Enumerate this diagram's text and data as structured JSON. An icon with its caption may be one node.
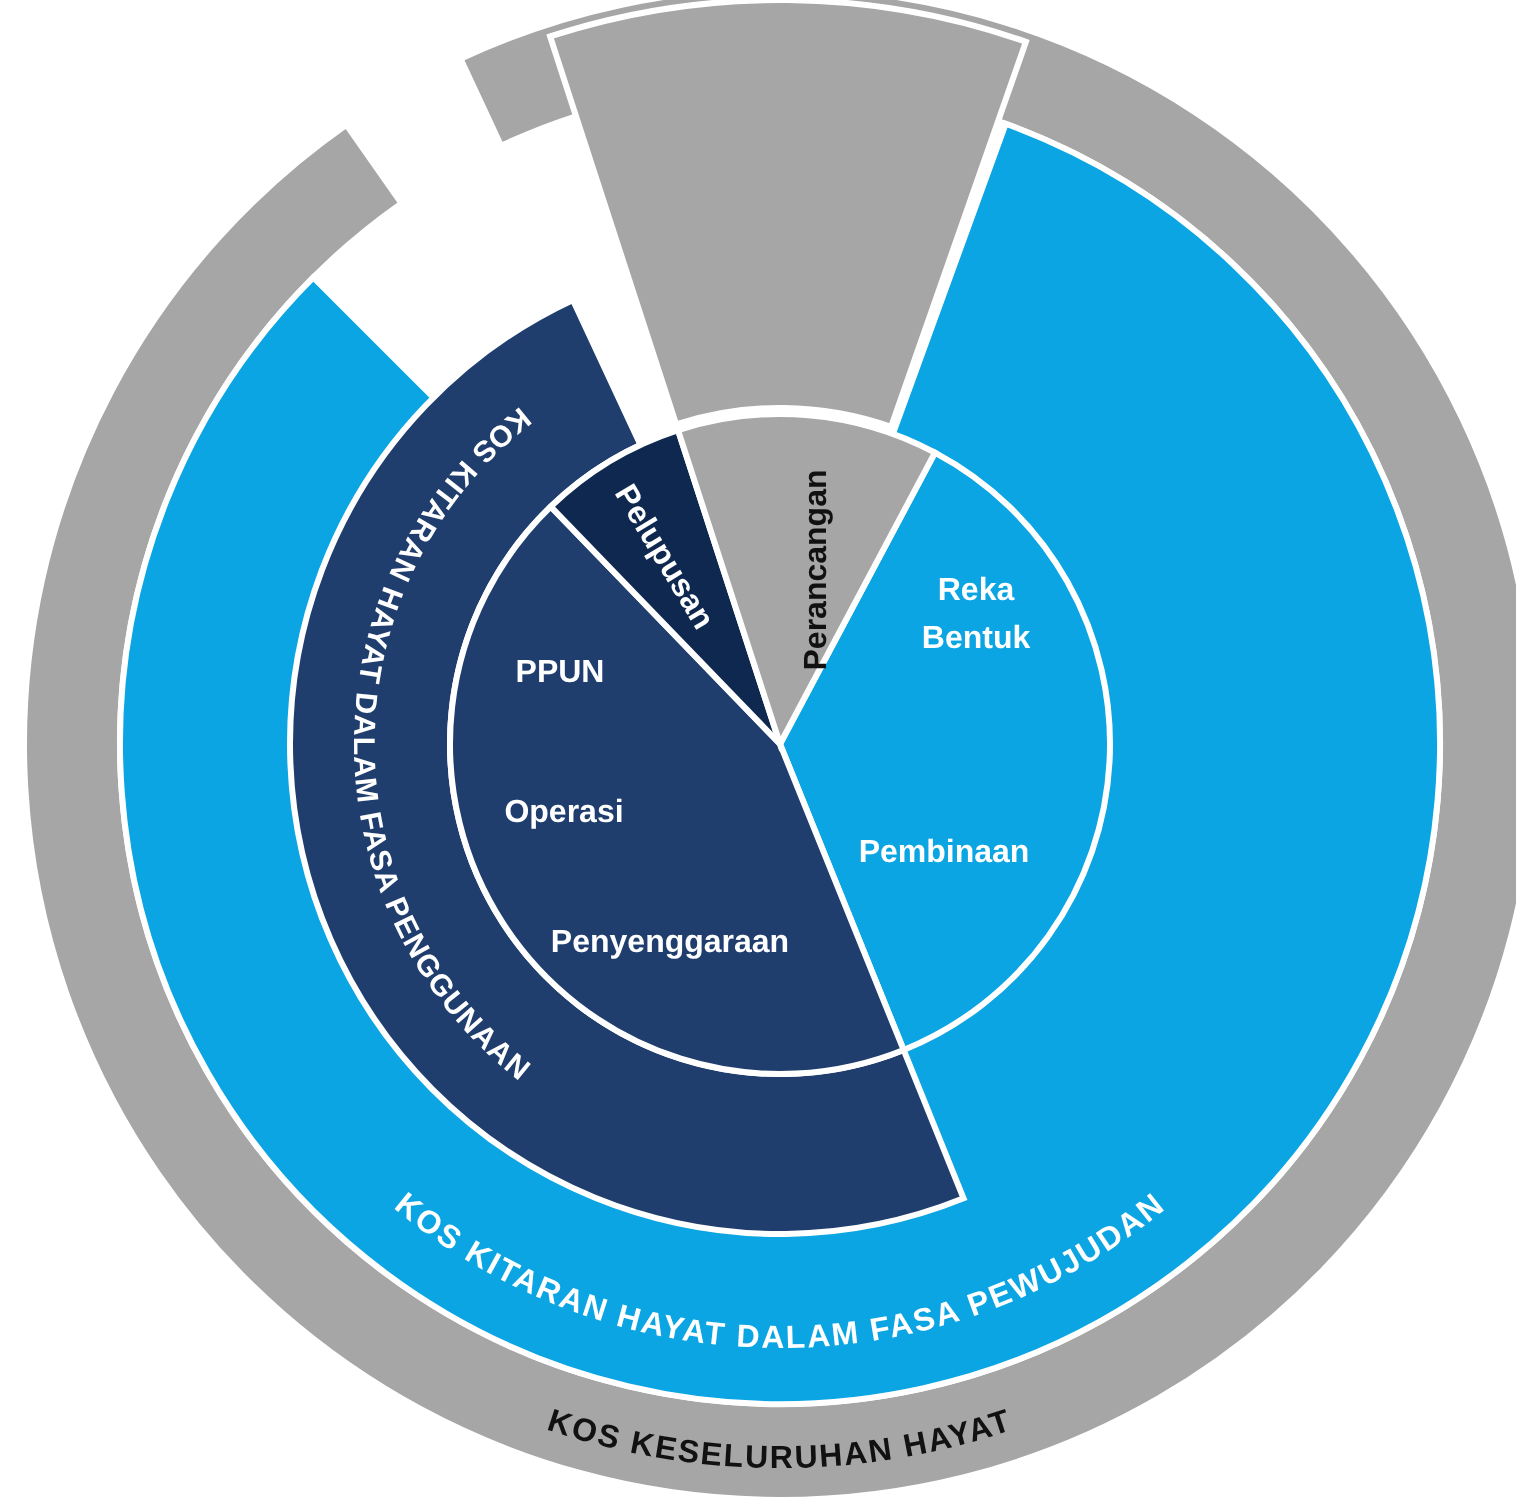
{
  "diagram": {
    "nodes": [
      {
        "text": [
          "KOS KESELURUHAN HAYAT"
        ]
      },
      {
        "text": [
          "KOS KITARAN HAYAT DALAM FASA PEWUJUDAN"
        ],
        "in": 0
      },
      {
        "text": [
          "KOS KITARAN HAYAT DALAM FASA PENGGUNAAN"
        ],
        "in": 1
      },
      {
        "text": [
          "Perancangan"
        ],
        "in": 1
      },
      {
        "text": [
          "Reka Bentuk",
          "Pembinaan"
        ],
        "in": 1
      },
      {
        "text": [
          "PPUN",
          "Operasi",
          "Penyenggaraan"
        ],
        "in": 1
      },
      {
        "text": [
          "Pelupusan"
        ],
        "in": 1
      },
      {
        "text": [],
        "shape": "wedge",
        "in": 0
      }
    ]
  }
}
